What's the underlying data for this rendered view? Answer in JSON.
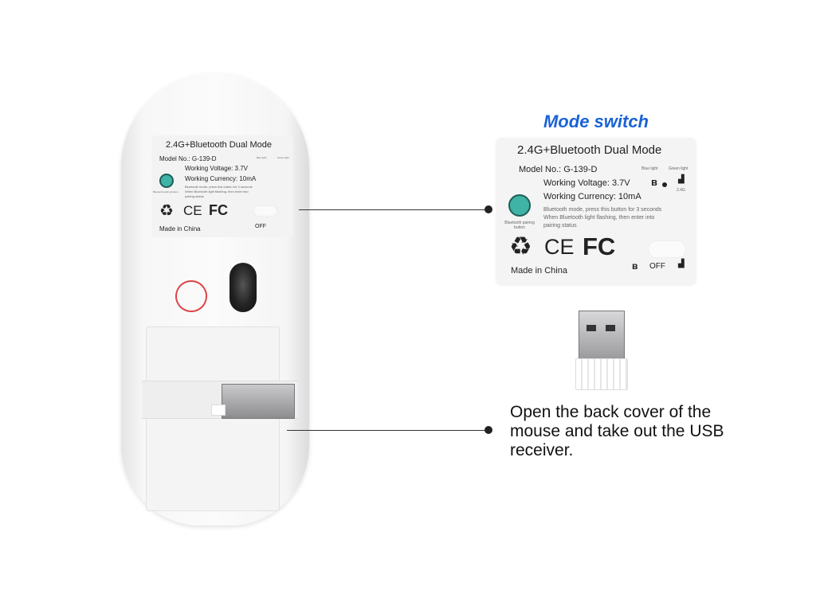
{
  "header": {
    "title": "Mode switch"
  },
  "label": {
    "title": "2.4G+Bluetooth Dual Mode",
    "model": "Model No.: G-139-D",
    "voltage": "Working Voltage: 3.7V",
    "currency": "Working Currency: 10mA",
    "instructions": [
      "Bluetooth mode, press this button for 3 seconds",
      "When Bluetooth light flashing, then enter into",
      "pairing status"
    ],
    "pairing_button": "Bluetooth pairing button",
    "blue_light": "Blue light",
    "green_light": "Green light",
    "mode_24g": "2.4G",
    "off": "OFF",
    "made_in": "Made in China",
    "ce": "CE",
    "fc": "FC"
  },
  "caption": "Open the back cover of the mouse and take out the USB receiver.",
  "colors": {
    "title": "#1a63d6",
    "pairing_button": "#3fb3a5"
  }
}
